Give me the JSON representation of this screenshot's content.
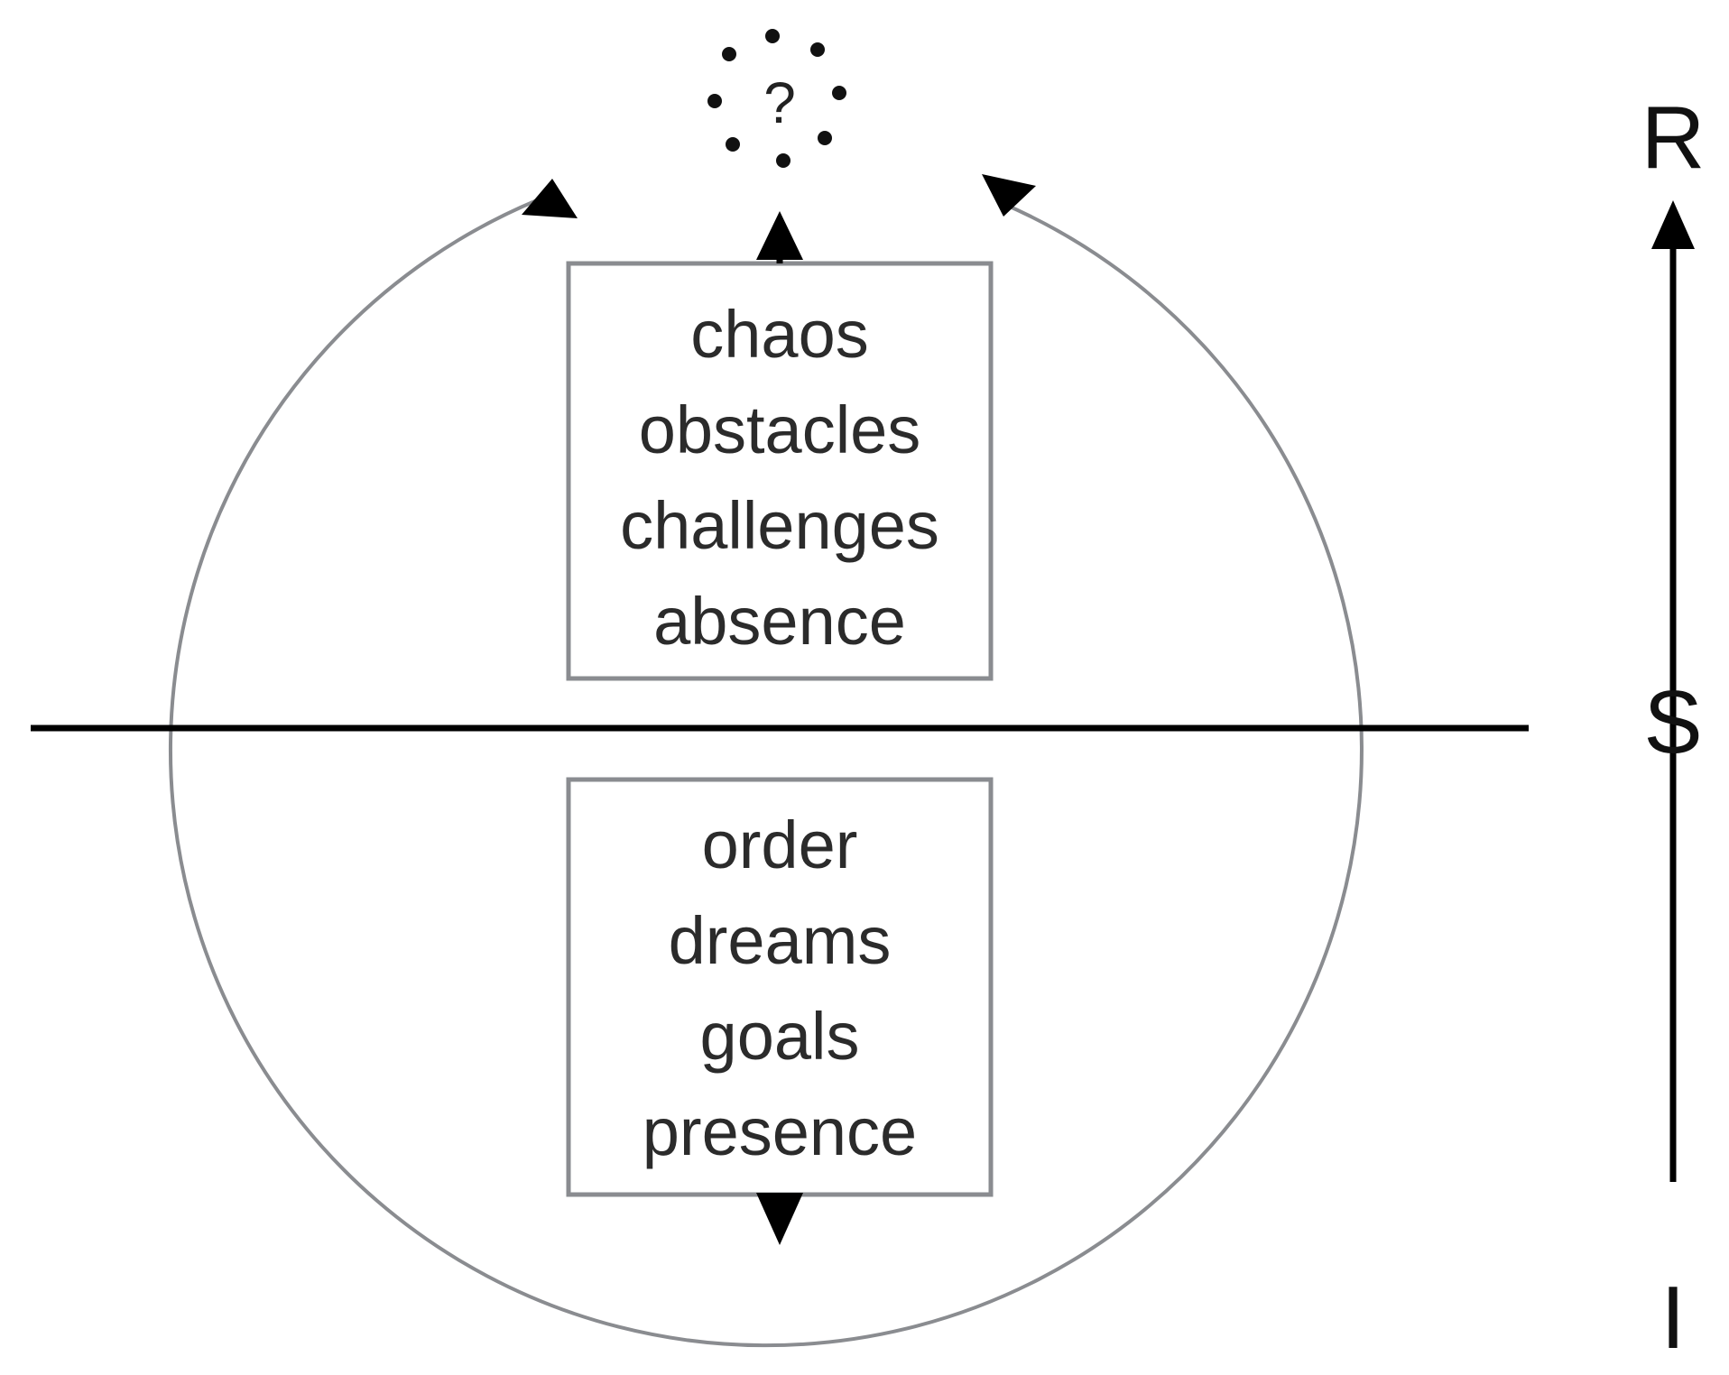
{
  "diagram": {
    "upper_box": {
      "words": [
        "chaos",
        "obstacles",
        "challenges",
        "absence"
      ]
    },
    "lower_box": {
      "words": [
        "order",
        "dreams",
        "goals",
        "presence"
      ]
    },
    "unknown_symbol": "?",
    "axis": {
      "top_label": "R",
      "middle_label": "S",
      "bottom_label": "I"
    },
    "colors": {
      "box_border": "#8a8c90",
      "circle_stroke": "#8a8c90",
      "line": "#000000",
      "text": "#2b2b2b"
    },
    "icons": {
      "arrows": "triangle-arrow-icon",
      "unknown": "dotted-circle-icon"
    }
  }
}
